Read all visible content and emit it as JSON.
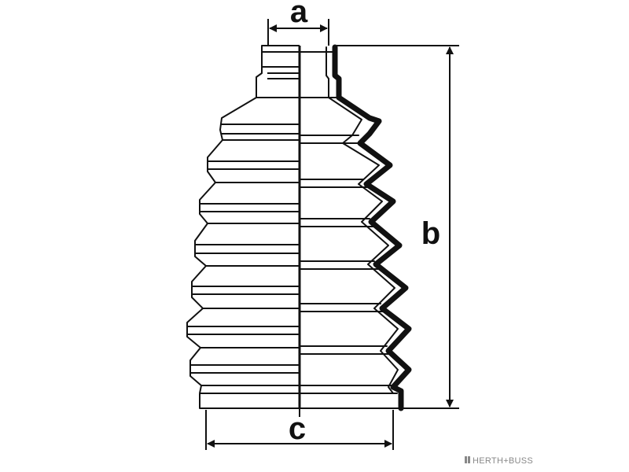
{
  "dimensions": {
    "top_opening": "a",
    "height": "b",
    "bottom_opening": "c"
  },
  "watermark": {
    "text": "HERTH+BUSS",
    "icon": "brand-mark-icon"
  },
  "colors": {
    "line": "#111111",
    "background": "#ffffff",
    "watermark": "#888888"
  }
}
